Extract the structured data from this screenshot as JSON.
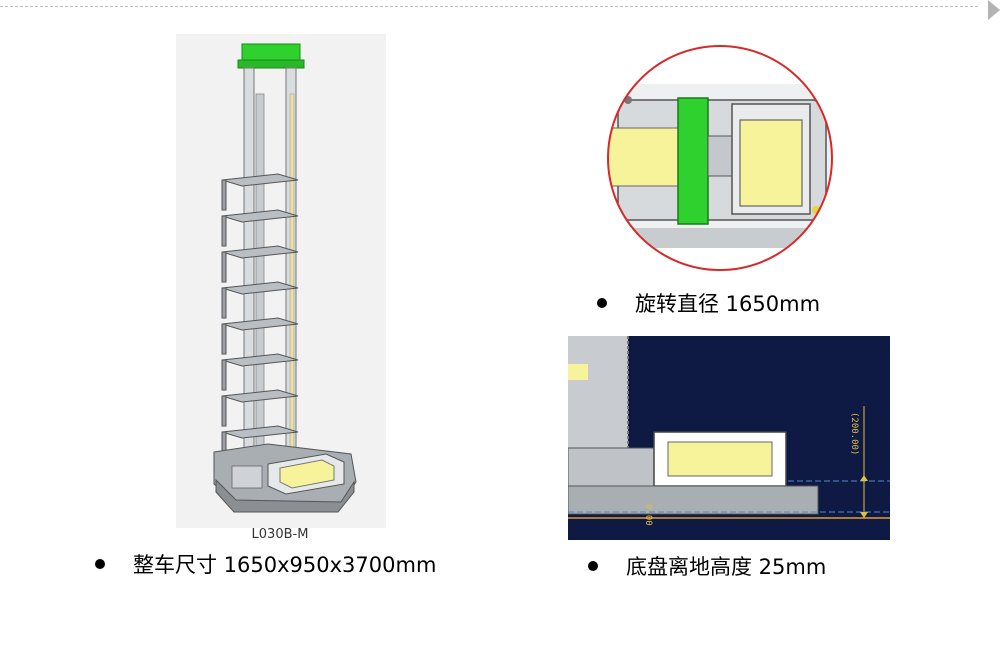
{
  "figure_caption": "L030B-M",
  "bullets": {
    "rotation": "旋转直径  1650mm",
    "dimensions": "整车尺寸  1650x950x3700mm",
    "clearance": "底盘离地高度 25mm"
  },
  "cad_dimension_label": "(200.00)",
  "cad_zero_label": "0.00",
  "colors": {
    "accent_green": "#2fd12f",
    "payload_yellow": "#f6f39a",
    "circle_red": "#d62a2a",
    "cad_background": "#0f1a44"
  }
}
